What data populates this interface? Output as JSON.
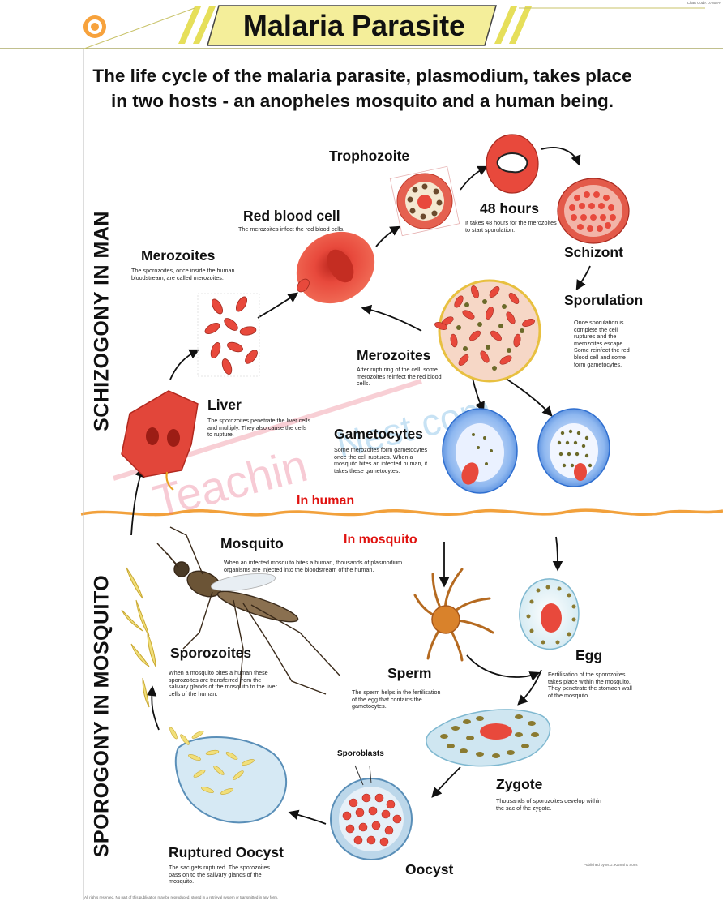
{
  "header": {
    "title": "Malaria Parasite",
    "code": "Chart Code: 07808-F",
    "accent_color": "#e6df5a"
  },
  "intro": "The life cycle of the malaria parasite, plasmodium, takes place in two hosts - an anopheles mosquito and a human being.",
  "sections": {
    "man": "SCHIZOGONY IN  MAN",
    "mosquito": "SPOROGONY IN MOSQUITO",
    "in_human": "In human",
    "in_mosquito": "In mosquito"
  },
  "stages": {
    "trophozoite": {
      "label": "Trophozoite"
    },
    "hours48": {
      "label": "48 hours",
      "desc": "It takes 48 hours for the merozoites to start sporulation."
    },
    "schizont": {
      "label": "Schizont"
    },
    "rbc": {
      "label": "Red blood cell",
      "desc": "The merozoites infect the red blood cells."
    },
    "merozoites_top": {
      "label": "Merozoites",
      "desc": "The sporozoites, once inside the human bloodstream, are called merozoites."
    },
    "sporulation": {
      "label": "Sporulation",
      "desc": "Once sporulation is complete the cell ruptures and the merozoites escape. Some reinfect the red blood cell and some form gametocytes."
    },
    "merozoites_mid": {
      "label": "Merozoites",
      "desc": "After rupturing of the cell, some merozoites reinfect the red blood cells."
    },
    "liver": {
      "label": "Liver",
      "desc": "The sporozoites penetrate the liver cells and multiply. They also cause the cells to rupture."
    },
    "gametocytes": {
      "label": "Gametocytes",
      "desc": "Some merozoites form gametocytes once the cell ruptures. When a mosquito bites an infected human, it takes these gametocytes."
    },
    "mosquito": {
      "label": "Mosquito",
      "desc": "When an infected mosquito bites a human, thousands of plasmodium organisms are injected into the bloodstream of the human."
    },
    "sporozoites": {
      "label": "Sporozoites",
      "desc": "When a mosquito bites a human these sporozoites are transferred from the salivary glands of the mosquito to the liver cells of the human."
    },
    "sperm": {
      "label": "Sperm",
      "desc": "The sperm helps in the fertilisation of the egg that contains the gametocytes."
    },
    "egg": {
      "label": "Egg",
      "desc": "Fertilisation of the sporozoites takes place within the mosquito. They penetrate the stomach wall of the mosquito."
    },
    "sporoblasts": {
      "label": "Sporoblasts"
    },
    "zygote": {
      "label": "Zygote",
      "desc": "Thousands of sporozoites develop within the sac of the zygote."
    },
    "ruptured_oocyst": {
      "label": "Ruptured Oocyst",
      "desc": "The sac gets ruptured. The sporozoites pass on to the salivary glands of the mosquito."
    },
    "oocyst": {
      "label": "Oocyst"
    }
  },
  "watermark": "TeachingNest.com",
  "footer": {
    "publisher": "Published by M.G. Kamal & Sons",
    "rights": "All rights reserved. No part of this publication may be reproduced, stored in a retrieval system or transmitted in any form."
  },
  "colors": {
    "rbc_red": "#e8493c",
    "divider_orange": "#f2a13c",
    "nucleus_blue": "#3d7ed6",
    "label_red": "#e0120f"
  }
}
